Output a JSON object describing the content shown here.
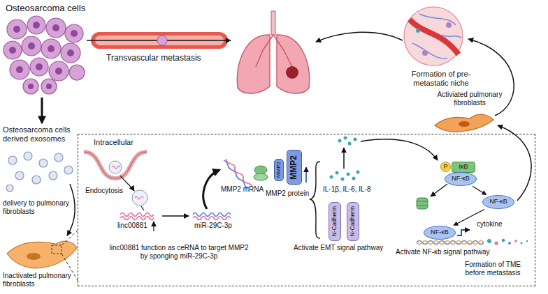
{
  "diagram": {
    "nodes": [
      {
        "text": [
          "Intracellular"
        ]
      },
      {
        "text": [
          "MMP2"
        ],
        "in": 0
      },
      {
        "text": [
          "MMP2"
        ],
        "in": 0
      },
      {
        "text": [
          "N-Cadherin"
        ],
        "in": 0
      },
      {
        "text": [
          "N-Cadherin"
        ],
        "in": 0
      },
      {
        "text": [
          "P"
        ],
        "in": 0
      },
      {
        "text": [
          "IκB"
        ],
        "in": 0
      },
      {
        "text": [
          "NF-κB"
        ],
        "in": 0
      },
      {
        "text": [
          "NF-κB"
        ],
        "in": 0
      },
      {
        "text": [
          "NF-κB"
        ],
        "in": 0
      }
    ],
    "edges": [
      {
        "from": 7,
        "to": 8,
        "arrow": "to"
      },
      {
        "from": 8,
        "to": 9,
        "arrow": "to"
      }
    ],
    "labels": [
      "Osteosarcoma cells",
      "Transvascular metastasis",
      "Formation of pre-metastatic niche",
      "Activiated pulmonary fibroblasts",
      "Osteosarcoma cells derived exosomes",
      "delivery to pulmonary fibroblasts",
      "Inactivated pulmonary fibroblasts",
      "Endocytosis",
      "linc00881",
      "miR-29C-3p",
      "linc00881 function as ceRNA to target MMP2 by sponging miR-29C-3p",
      "MMP2 mRNA",
      "MMP2 protein",
      "IL-1β, IL-6, IL-8",
      "Activate EMT signal pathway",
      "cytokine",
      "Activate NF-κb signal pathway",
      "Formation of TME before metastasis"
    ]
  }
}
